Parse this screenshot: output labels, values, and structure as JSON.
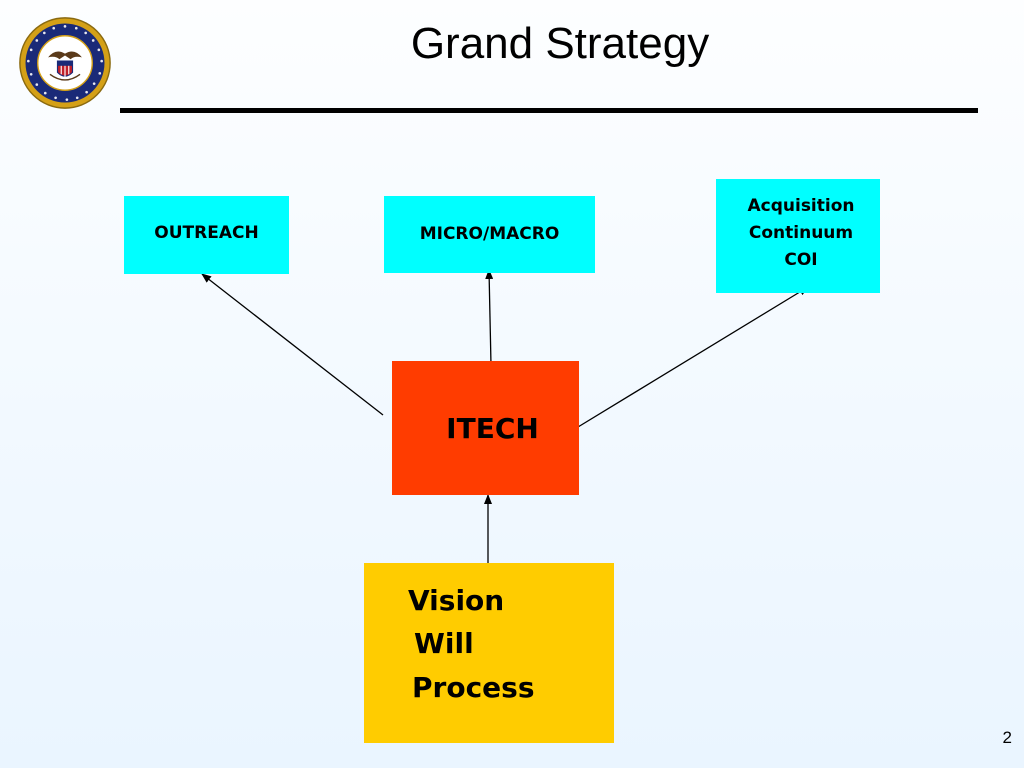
{
  "slide": {
    "title": "Grand Strategy",
    "page_number": "2"
  },
  "seal": {
    "icon": "navy-seal-icon",
    "colors": {
      "ring": "#d4a017",
      "band": "#1a2a78",
      "center": "#ffffff"
    }
  },
  "diagram": {
    "outreach": "OUTREACH",
    "micro_macro": "MICRO/MACRO",
    "acquisition": {
      "line1": "Acquisition",
      "line2": "Continuum",
      "line3": "COI"
    },
    "itech": "ITECH",
    "vision": {
      "line1": "Vision",
      "line2": "Will",
      "line3": "Process"
    },
    "colors": {
      "top_boxes": "#00ffff",
      "itech": "#ff3c00",
      "vision": "#ffcc00"
    }
  }
}
